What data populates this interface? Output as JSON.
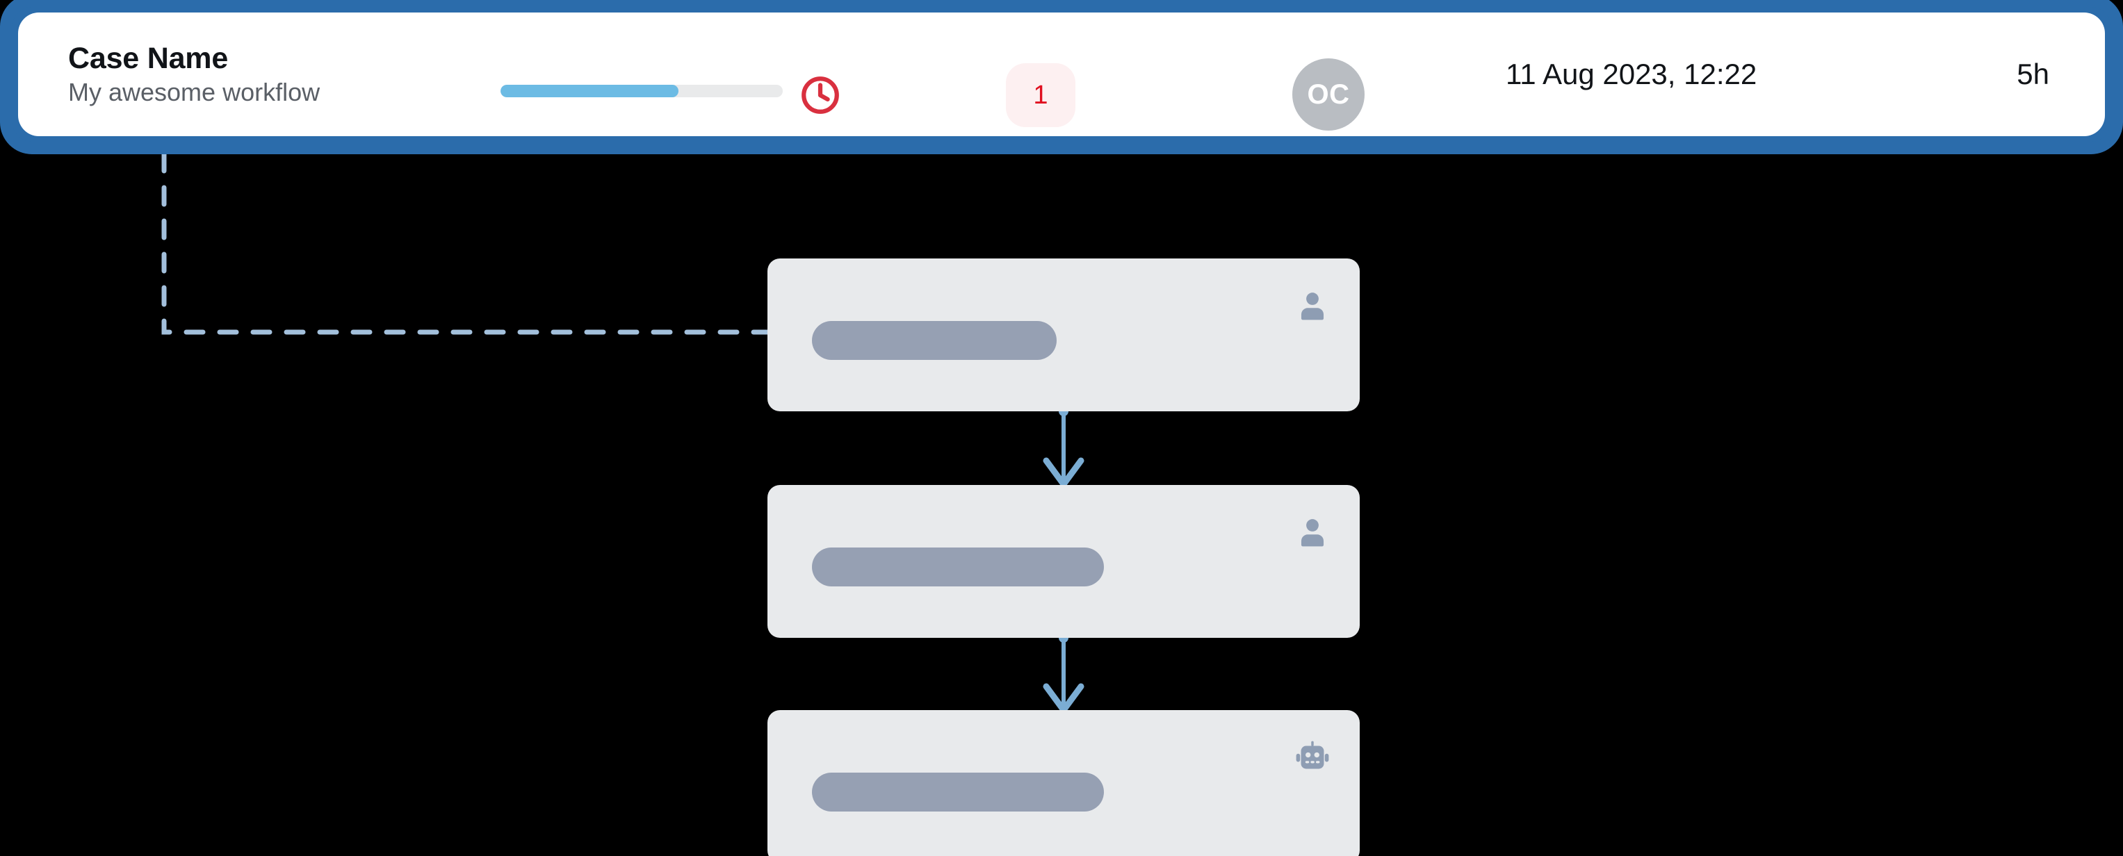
{
  "case_header": {
    "title": "Case Name",
    "subtitle": "My awesome workflow",
    "progress_percent": 63,
    "progress_fill_color": "#6cbbe4",
    "progress_track_color": "#e9eaeb",
    "status_icon": "clock-icon",
    "status_icon_color": "#d9303f",
    "badge_count": "1",
    "badge_text_color": "#e01020",
    "badge_bg_color": "#fdf0f1",
    "avatar_initials": "OC",
    "avatar_bg_color": "#b9bdc2",
    "date": "11 Aug 2023, 12:22",
    "duration": "5h",
    "selected": true,
    "selection_border_color": "#2b6cab"
  },
  "graph": {
    "edge_color": "#7badd4",
    "dashed_edge_color": "#a3c0dc",
    "card_bg_color": "#e8eaec",
    "skeleton_color": "#96a0b3",
    "icon_color": "#8e9db3",
    "nodes": [
      {
        "id": "node-1",
        "actor_icon": "person-icon",
        "label": ""
      },
      {
        "id": "node-2",
        "actor_icon": "person-icon",
        "label": ""
      },
      {
        "id": "node-3",
        "actor_icon": "robot-icon",
        "label": ""
      }
    ],
    "edges": [
      {
        "from": "case-header",
        "to": "node-1",
        "style": "dashed"
      },
      {
        "from": "node-1",
        "to": "node-2",
        "style": "solid-arrow"
      },
      {
        "from": "node-2",
        "to": "node-3",
        "style": "solid-arrow"
      }
    ]
  }
}
